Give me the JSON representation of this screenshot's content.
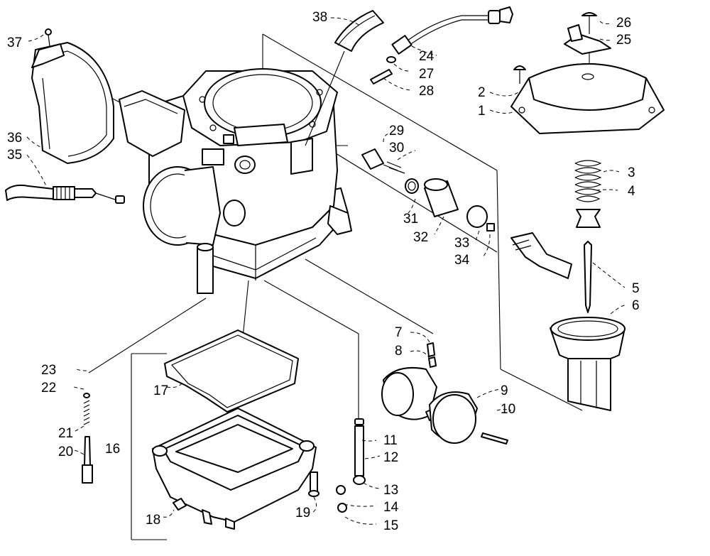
{
  "callouts": {
    "c1": "1",
    "c2": "2",
    "c3": "3",
    "c4": "4",
    "c5": "5",
    "c6": "6",
    "c7": "7",
    "c8": "8",
    "c9": "9",
    "c10": "10",
    "c11": "11",
    "c12": "12",
    "c13": "13",
    "c14": "14",
    "c15": "15",
    "c16": "16",
    "c17": "17",
    "c18": "18",
    "c19": "19",
    "c20": "20",
    "c21": "21",
    "c22": "22",
    "c23": "23",
    "c24": "24",
    "c25": "25",
    "c26": "26",
    "c27": "27",
    "c28": "28",
    "c29": "29",
    "c30": "30",
    "c31": "31",
    "c32": "32",
    "c33": "33",
    "c34": "34",
    "c35": "35",
    "c36": "36",
    "c37": "37",
    "c38": "38"
  }
}
